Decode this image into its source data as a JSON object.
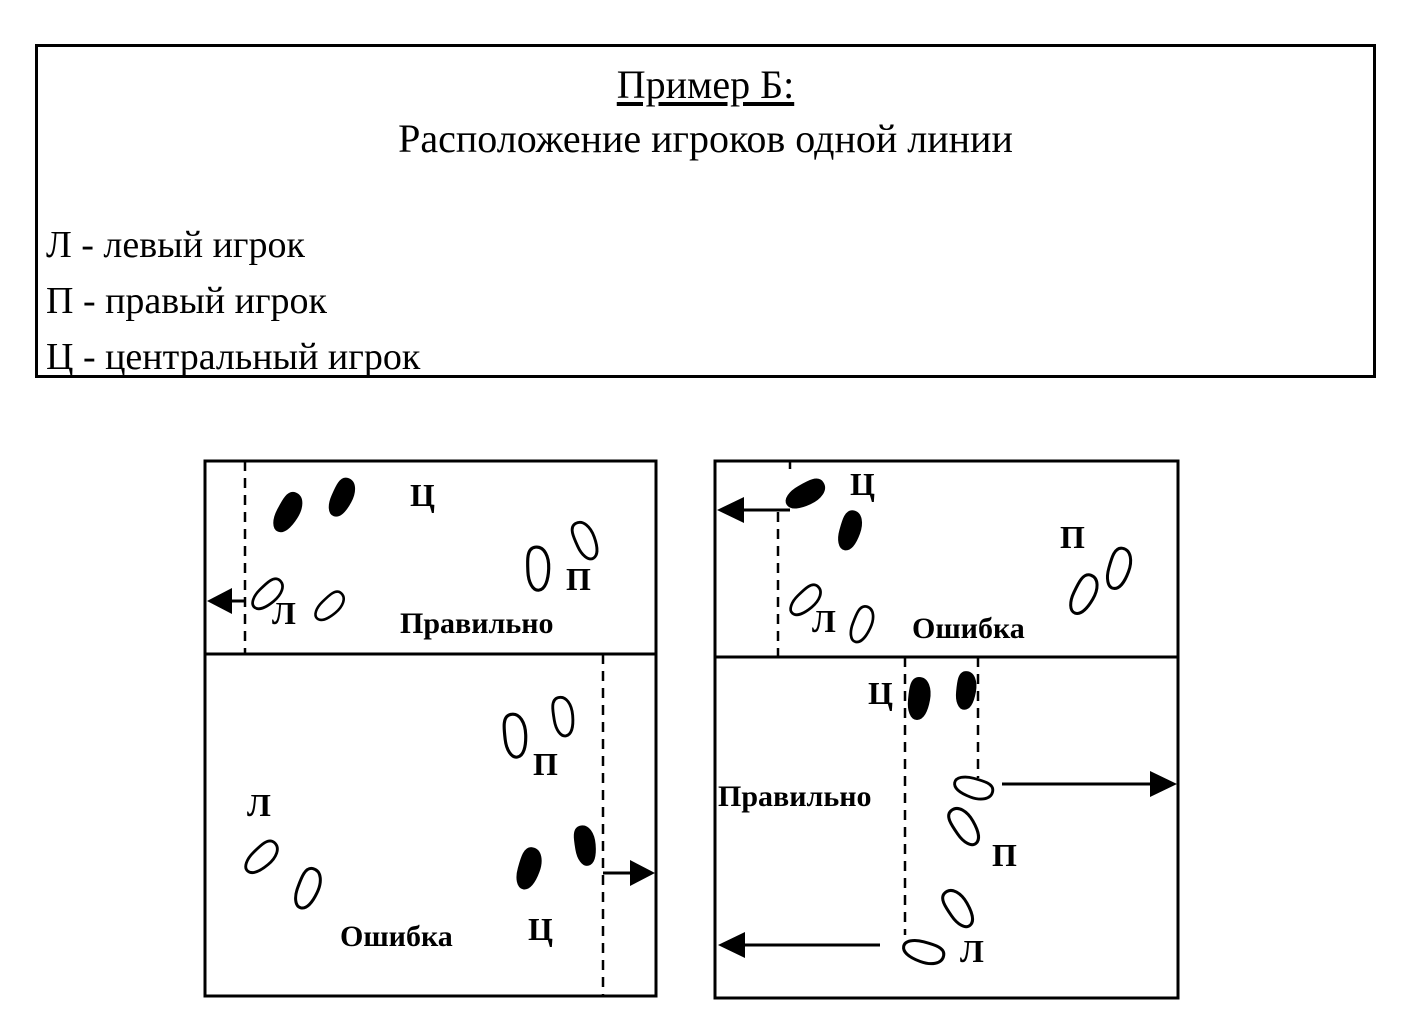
{
  "legend": {
    "title": "Пример Б:",
    "subtitle": "Расположение игроков одной линии",
    "entries": [
      "Л - левый игрок",
      "П - правый игрок",
      "Ц - центральный игрок"
    ]
  },
  "diagrams": {
    "left": {
      "top": {
        "label": "Правильно",
        "letters": {
          "center": "Ц",
          "left": "Л",
          "right": "П"
        }
      },
      "bottom": {
        "label": "Ошибка",
        "letters": {
          "center": "Ц",
          "left": "Л",
          "right": "П"
        }
      }
    },
    "right": {
      "top": {
        "label": "Ошибка",
        "letters": {
          "center": "Ц",
          "left": "Л",
          "right": "П"
        }
      },
      "bottom": {
        "label": "Правильно",
        "letters": {
          "center": "Ц",
          "left": "Л",
          "right": "П"
        }
      }
    }
  }
}
